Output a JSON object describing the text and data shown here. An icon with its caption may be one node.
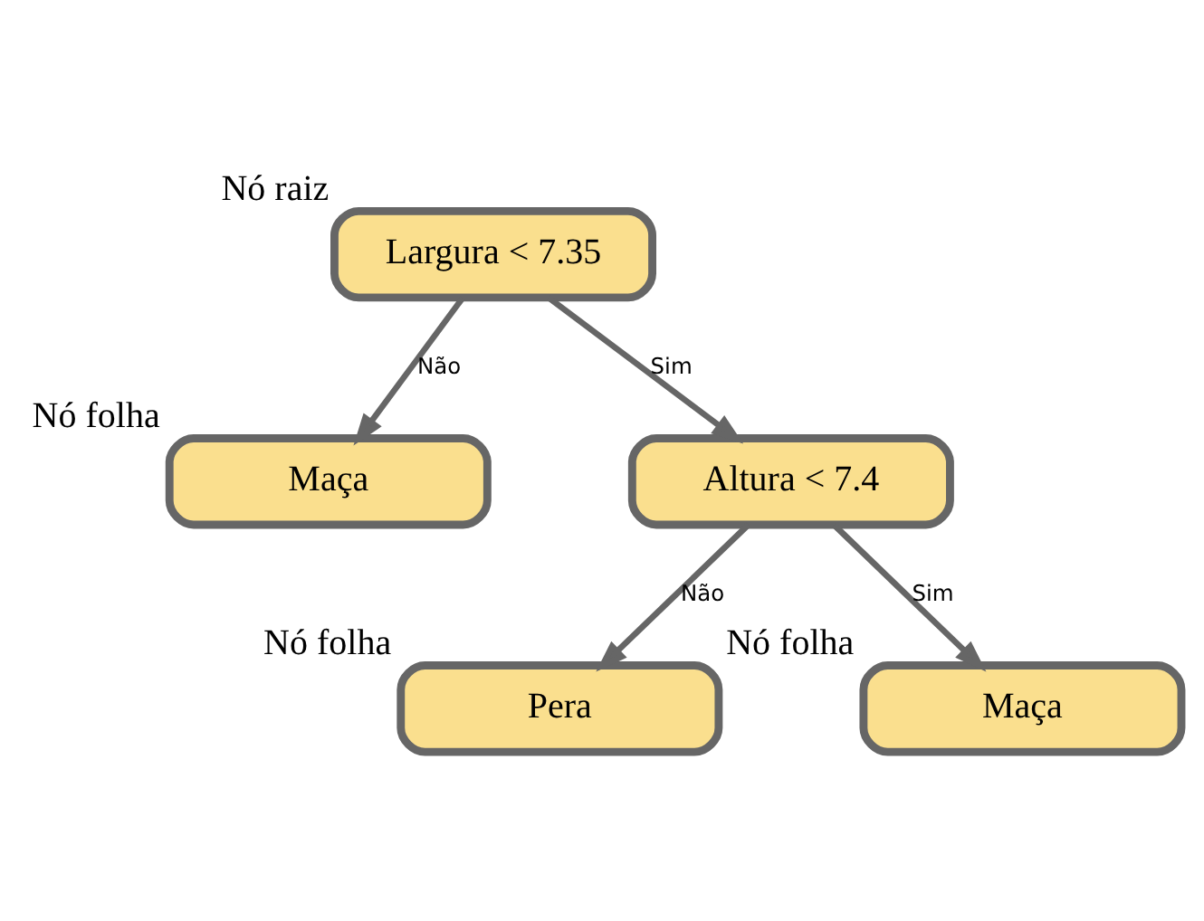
{
  "diagram": {
    "nodes": [
      {
        "text": [
          "Largura < 7.35"
        ],
        "beside": [
          "Nó raiz"
        ]
      },
      {
        "text": [
          "Maça"
        ],
        "beside": [
          "Nó folha"
        ]
      },
      {
        "text": [
          "Altura < 7.4"
        ]
      },
      {
        "text": [
          "Pera"
        ],
        "beside": [
          "Nó folha"
        ]
      },
      {
        "text": [
          "Maça"
        ],
        "beside": [
          "Nó folha"
        ]
      }
    ],
    "edges": [
      {
        "from": 0,
        "to": 1,
        "arrow": "to",
        "label": "Não"
      },
      {
        "from": 0,
        "to": 2,
        "arrow": "to",
        "label": "Sim"
      },
      {
        "from": 2,
        "to": 3,
        "arrow": "to",
        "label": "Não"
      },
      {
        "from": 2,
        "to": 4,
        "arrow": "to",
        "label": "Sim"
      }
    ]
  }
}
